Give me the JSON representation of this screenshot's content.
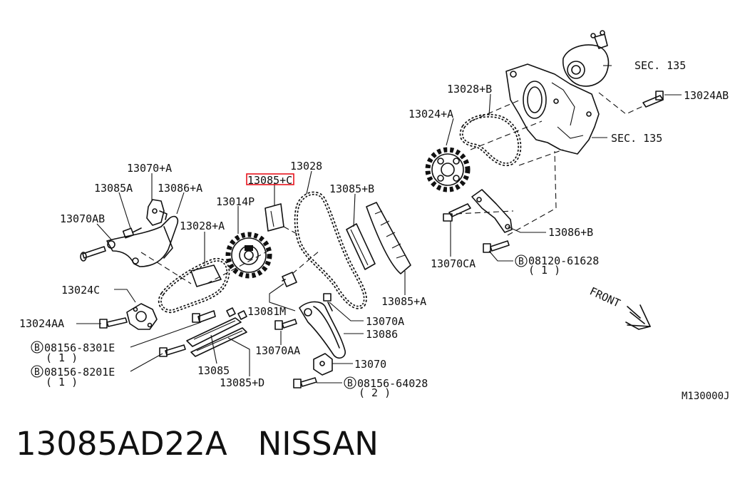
{
  "diagram": {
    "labels": {
      "p13070_a": "13070+A",
      "p13085a": "13085A",
      "p13086_a": "13086+A",
      "p13070ab": "13070AB",
      "p13014p": "13014P",
      "p13028_a": "13028+A",
      "p13085_c": "13085+C",
      "p13028": "13028",
      "p13085_b": "13085+B",
      "p13024c": "13024C",
      "p13024aa": "13024AA",
      "p13081m": "13081M",
      "p13070a": "13070A",
      "p13086": "13086",
      "p13085_a": "13085+A",
      "p13070aa": "13070AA",
      "p13085": "13085",
      "p13085_d": "13085+D",
      "p13070": "13070",
      "b08156_8301e": "08156-8301E",
      "b08156_8301e_qty": "( 1 )",
      "b08156_8201e": "08156-8201E",
      "b08156_8201e_qty": "( 1 )",
      "b08156_64028": "08156-64028",
      "b08156_64028_qty": "( 2 )",
      "p13028_b": "13028+B",
      "p13024_a": "13024+A",
      "sec135_top": "SEC. 135",
      "p13024ab": "13024AB",
      "sec135_mid": "SEC. 135",
      "p13086_b": "13086+B",
      "p13070ca": "13070CA",
      "b08120_61628": "08120-61628",
      "b08120_61628_qty": "( 1 )",
      "front": "FRONT",
      "diagram_code": "M130000J",
      "bolt_marker": "B"
    },
    "highlight_color": "#e8141e"
  },
  "caption": {
    "part_number": "13085AD22A",
    "brand": "NISSAN"
  }
}
